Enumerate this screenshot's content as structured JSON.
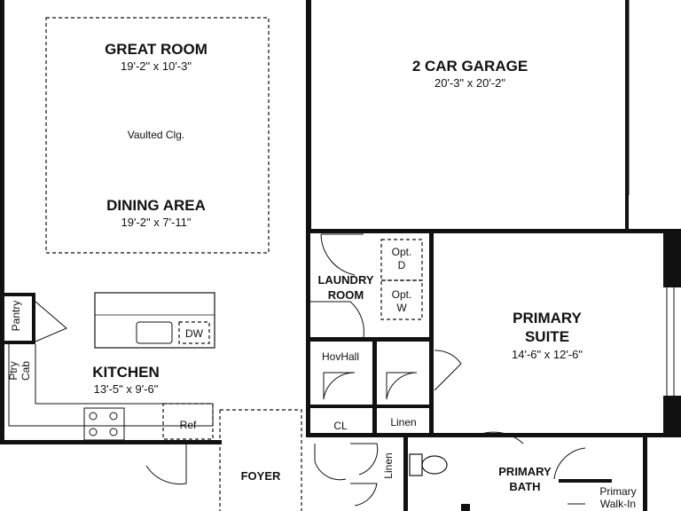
{
  "rooms": {
    "great_room": {
      "name": "GREAT ROOM",
      "dim": "19'-2\" x 10'-3\""
    },
    "vaulted": "Vaulted Clg.",
    "dining_area": {
      "name": "DINING AREA",
      "dim": "19'-2\" x 7'-11\""
    },
    "garage": {
      "name": "2 CAR GARAGE",
      "dim": "20'-3\" x 20'-2\""
    },
    "laundry": {
      "line1": "LAUNDRY",
      "line2": "ROOM"
    },
    "primary_suite": {
      "line1": "PRIMARY",
      "line2": "SUITE",
      "dim": "14'-6\" x 12'-6\""
    },
    "kitchen": {
      "name": "KITCHEN",
      "dim": "13'-5\" x 9'-6\""
    },
    "foyer": "FOYER",
    "primary_bath": {
      "line1": "PRIMARY",
      "line2": "BATH"
    },
    "primary_walkin": {
      "line1": "Primary",
      "line2": "Walk-In"
    }
  },
  "labels": {
    "pantry": "Pantry",
    "ptry_cab": {
      "line1": "Ptry",
      "line2": "Cab"
    },
    "dw": "DW",
    "ref": "Ref",
    "opt_d": {
      "line1": "Opt.",
      "line2": "D"
    },
    "opt_w": {
      "line1": "Opt.",
      "line2": "W"
    },
    "hovhall": "HovHall",
    "cl": "CL",
    "linen_1": "Linen",
    "linen_2": "Linen"
  }
}
